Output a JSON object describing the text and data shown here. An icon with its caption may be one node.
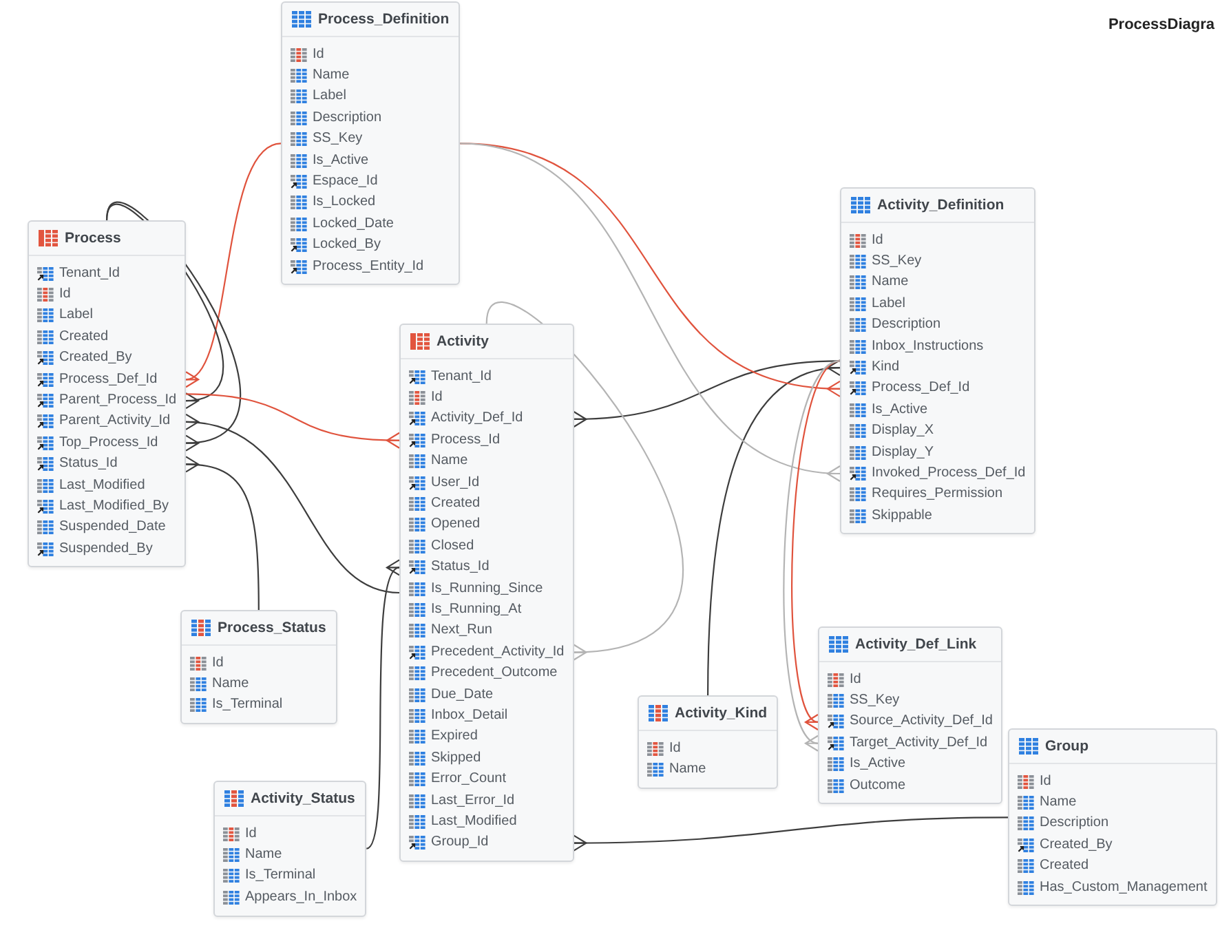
{
  "diagram": {
    "title": "ProcessDiagra",
    "nodes": [
      {
        "text": [
          "Process_Definition",
          "Id",
          "Name",
          "Label",
          "Description",
          "SS_Key",
          "Is_Active",
          "Espace_Id",
          "Is_Locked",
          "Locked_Date",
          "Locked_By",
          "Process_Entity_Id"
        ]
      },
      {
        "text": [
          "Activity_Definition",
          "Id",
          "SS_Key",
          "Name",
          "Label",
          "Description",
          "Inbox_Instructions",
          "Kind",
          "Process_Def_Id",
          "Is_Active",
          "Display_X",
          "Display_Y",
          "Invoked_Process_Def_Id",
          "Requires_Permission",
          "Skippable"
        ]
      },
      {
        "text": [
          "Process",
          "Tenant_Id",
          "Id",
          "Label",
          "Created",
          "Created_By",
          "Process_Def_Id",
          "Parent_Process_Id",
          "Parent_Activity_Id",
          "Top_Process_Id",
          "Status_Id",
          "Last_Modified",
          "Last_Modified_By",
          "Suspended_Date",
          "Suspended_By"
        ]
      },
      {
        "text": [
          "Activity",
          "Tenant_Id",
          "Id",
          "Activity_Def_Id",
          "Process_Id",
          "Name",
          "User_Id",
          "Created",
          "Opened",
          "Closed",
          "Status_Id",
          "Is_Running_Since",
          "Is_Running_At",
          "Next_Run",
          "Precedent_Activity_Id",
          "Precedent_Outcome",
          "Due_Date",
          "Inbox_Detail",
          "Expired",
          "Skipped",
          "Error_Count",
          "Last_Error_Id",
          "Last_Modified",
          "Group_Id"
        ]
      },
      {
        "text": [
          "Process_Status",
          "Id",
          "Name",
          "Is_Terminal"
        ]
      },
      {
        "text": [
          "Activity_Def_Link",
          "Id",
          "SS_Key",
          "Source_Activity_Def_Id",
          "Target_Activity_Def_Id",
          "Is_Active",
          "Outcome"
        ]
      },
      {
        "text": [
          "Activity_Kind",
          "Id",
          "Name"
        ]
      },
      {
        "text": [
          "Group",
          "Id",
          "Name",
          "Description",
          "Created_By",
          "Created",
          "Has_Custom_Management"
        ]
      },
      {
        "text": [
          "Activity_Status",
          "Id",
          "Name",
          "Is_Terminal",
          "Appears_In_Inbox"
        ]
      }
    ],
    "edges": [
      {
        "from": 2,
        "to": 0,
        "arrow": "other",
        "color": "#e0533d"
      },
      {
        "from": 2,
        "to": 2,
        "arrow": "other"
      },
      {
        "from": 2,
        "to": 2,
        "arrow": "other"
      },
      {
        "from": 2,
        "to": 3,
        "arrow": "other"
      },
      {
        "from": 2,
        "to": 4,
        "arrow": "other"
      },
      {
        "from": 3,
        "to": 2,
        "arrow": "other",
        "color": "#e0533d"
      },
      {
        "from": 3,
        "to": 1,
        "arrow": "other"
      },
      {
        "from": 3,
        "to": 8,
        "arrow": "other"
      },
      {
        "from": 3,
        "to": 3,
        "arrow": "other",
        "color": "#b4b4b4"
      },
      {
        "from": 3,
        "to": 7,
        "arrow": "other"
      },
      {
        "from": 1,
        "to": 6,
        "arrow": "other"
      },
      {
        "from": 1,
        "to": 0,
        "arrow": "other",
        "color": "#e0533d"
      },
      {
        "from": 1,
        "to": 0,
        "arrow": "other",
        "color": "#b4b4b4"
      },
      {
        "from": 5,
        "to": 1,
        "arrow": "other",
        "color": "#e0533d"
      },
      {
        "from": 5,
        "to": 1,
        "arrow": "other",
        "color": "#b4b4b4"
      }
    ]
  }
}
